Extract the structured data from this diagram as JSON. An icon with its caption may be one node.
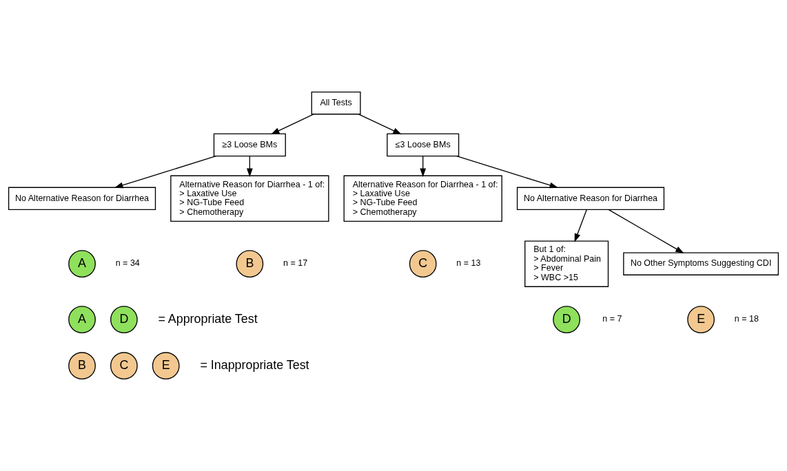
{
  "diagram": {
    "nodes": [
      {
        "text": [
          "All Tests"
        ]
      },
      {
        "text": [
          "≥3 Loose BMs"
        ]
      },
      {
        "text": [
          "≤3 Loose BMs"
        ]
      },
      {
        "text": [
          "No Alternative Reason for Diarrhea"
        ]
      },
      {
        "text": [
          "A"
        ],
        "beside": [
          "n = 34"
        ]
      },
      {
        "text": [
          "Alternative Reason for Diarrhea - 1 of:",
          "> Laxative Use",
          "> NG-Tube Feed",
          "> Chemotherapy"
        ]
      },
      {
        "text": [
          "B"
        ],
        "beside": [
          "n = 17"
        ]
      },
      {
        "text": [
          "Alternative Reason for Diarrhea - 1 of:",
          "> Laxative Use",
          "> NG-Tube Feed",
          "> Chemotherapy"
        ]
      },
      {
        "text": [
          "C"
        ],
        "beside": [
          "n = 13"
        ]
      },
      {
        "text": [
          "No Alternative Reason for Diarrhea"
        ]
      },
      {
        "text": [
          "But 1 of:",
          "> Abdominal Pain",
          "> Fever",
          "> WBC >15"
        ]
      },
      {
        "text": [
          "D"
        ],
        "beside": [
          "n = 7"
        ]
      },
      {
        "text": [
          "No Other Symptoms Suggesting CDI"
        ]
      },
      {
        "text": [
          "E"
        ],
        "beside": [
          "n = 18"
        ]
      },
      {
        "text": [
          "A"
        ]
      },
      {
        "text": [
          "D"
        ]
      },
      {
        "text": [
          "B"
        ]
      },
      {
        "text": [
          "C"
        ]
      },
      {
        "text": [
          "E"
        ]
      }
    ],
    "edges": [
      {
        "from": 0,
        "to": 1,
        "arrow": "to"
      },
      {
        "from": 0,
        "to": 2,
        "arrow": "to"
      },
      {
        "from": 1,
        "to": 3,
        "arrow": "to"
      },
      {
        "from": 1,
        "to": 5,
        "arrow": "to"
      },
      {
        "from": 2,
        "to": 7,
        "arrow": "to"
      },
      {
        "from": 2,
        "to": 9,
        "arrow": "to"
      },
      {
        "from": 9,
        "to": 10,
        "arrow": "to"
      },
      {
        "from": 9,
        "to": 12,
        "arrow": "to"
      }
    ],
    "labels": [
      "= Appropriate Test",
      "= Inappropriate Test"
    ]
  }
}
